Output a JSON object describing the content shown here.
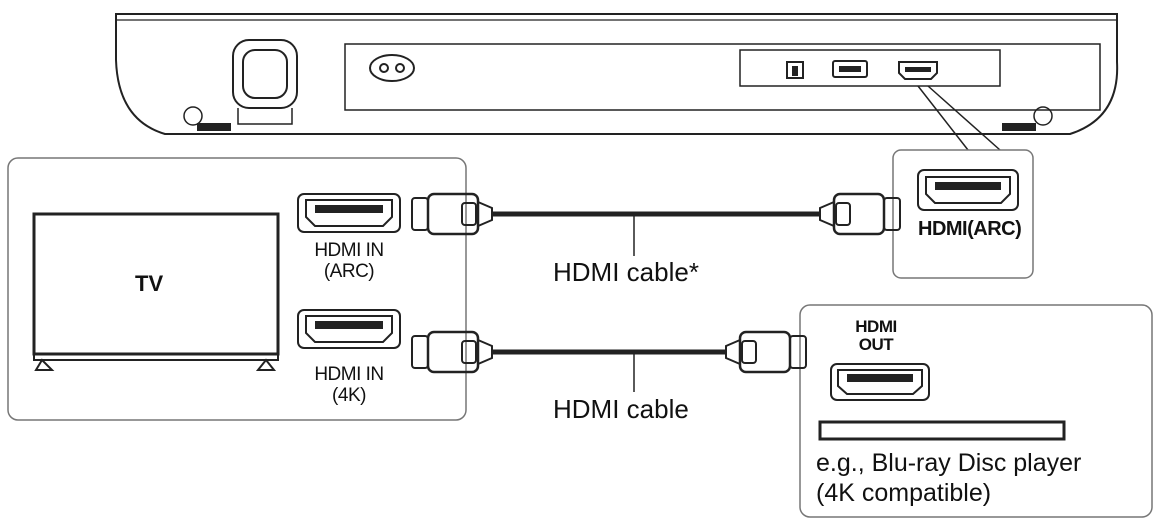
{
  "tv": {
    "label": "TV"
  },
  "tv_ports": {
    "arc_label": "HDMI IN\n(ARC)",
    "k4_label": "HDMI IN\n(4K)"
  },
  "cables": {
    "top_label": "HDMI cable*",
    "bottom_label": "HDMI cable"
  },
  "soundbar": {
    "port_label": "HDMI(ARC)"
  },
  "player": {
    "port_label": "HDMI\nOUT",
    "description": "e.g., Blu-ray Disc player\n(4K compatible)"
  }
}
